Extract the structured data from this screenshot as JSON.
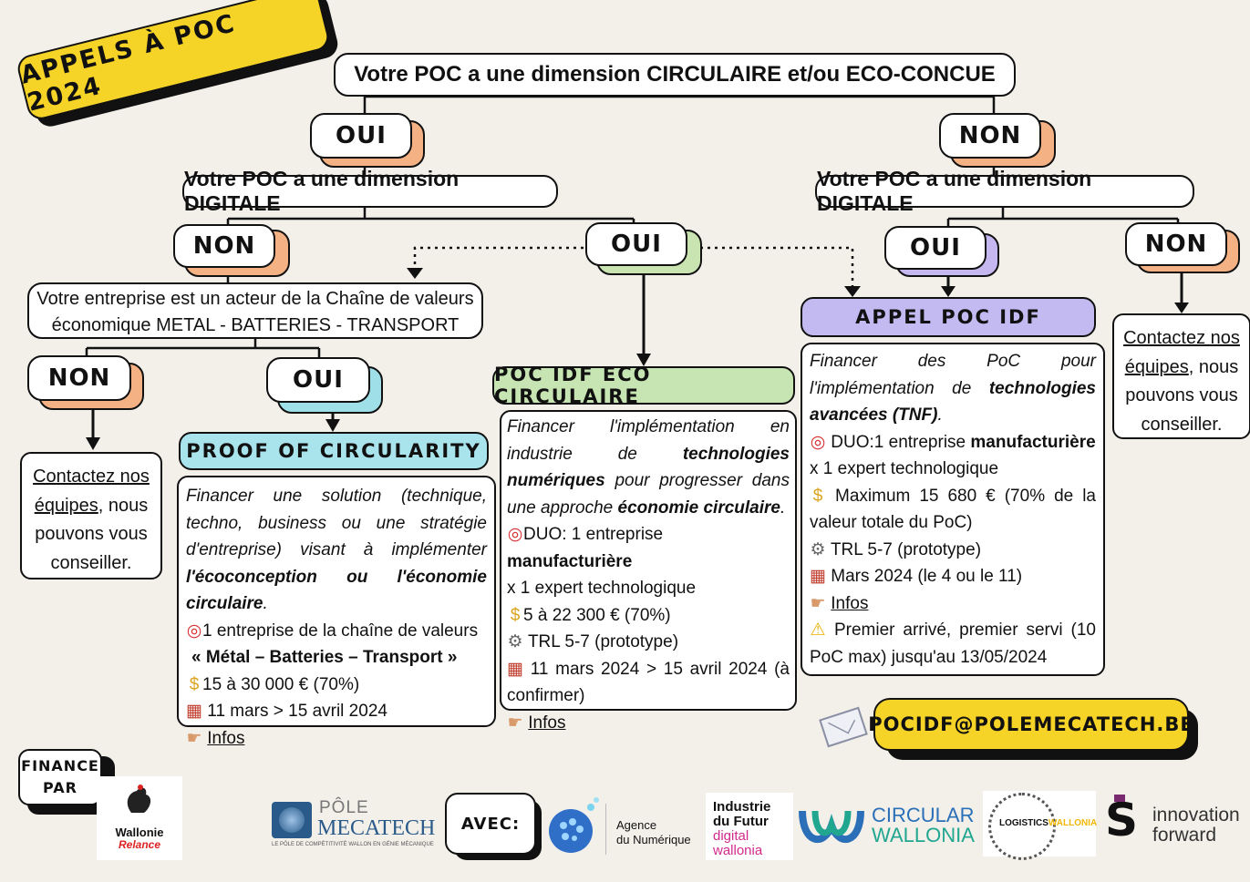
{
  "title_tag": "APPELS À POC 2024",
  "q_top": "Votre POC a une dimension CIRCULAIRE et/ou ECO-CONCUE",
  "oui": "OUI",
  "non": "NON",
  "q_digital": "Votre POC a une dimension DIGITALE",
  "q_chain_line1": "Votre entreprise est un acteur de la Chaîne de valeurs",
  "q_chain_line2": "économique METAL - BATTERIES - TRANSPORT",
  "contact": {
    "link1": "Contactez nos",
    "link2": "équipes",
    "rest2": ", nous",
    "line3": "pouvons vous",
    "line4": "conseiller."
  },
  "proof": {
    "header": "PROOF OF CIRCULARITY",
    "desc_a": "Financer une solution (technique, techno, business ou une stratégie d'entreprise) visant à implémenter ",
    "desc_b": "l'écoconception ou l'économie circulaire",
    "desc_c": ".",
    "target_a": "1 entreprise de la chaîne de valeurs",
    "target_b": "« Métal – Batteries – Transport »",
    "amount": "15 à 30 000 € (70%)",
    "dates": "11 mars > 15 avril 2024",
    "infos": "Infos"
  },
  "eco": {
    "header": "POC IDF ECO CIRCULAIRE",
    "desc_a": "Financer l'implémentation en industrie de ",
    "desc_b": "technologies numériques",
    "desc_c": " pour progresser dans une approche ",
    "desc_d": "économie circulaire",
    "desc_e": ".",
    "duo_a": "DUO: 1 entreprise ",
    "duo_b": "manufacturière",
    "duo_c": "x 1 expert technologique",
    "amount": "5 à 22 300 € (70%)",
    "trl": "TRL 5-7 (prototype)",
    "dates": "11 mars 2024 > 15 avril 2024 (à confirmer)",
    "infos": "Infos"
  },
  "idf": {
    "header": "APPEL POC IDF",
    "desc_a": "Financer des PoC pour l'implémentation de ",
    "desc_b": "technologies avancées (TNF)",
    "desc_c": ".",
    "duo_a": "DUO:1 entreprise ",
    "duo_b": "manufacturière",
    "duo_c": "x 1 expert technologique",
    "amount": "Maximum 15 680 € (70% de la valeur totale du PoC)",
    "trl": "TRL 5-7 (prototype)",
    "dates": "Mars 2024 (le 4 ou le 11)",
    "infos": "Infos",
    "warning": "Premier arrivé, premier servi (10 PoC max) jusqu'au 13/05/2024"
  },
  "email": "POCIDF@POLEMECATECH.BE",
  "finance_par_1": "FINANCE",
  "finance_par_2": "PAR",
  "avec": "AVEC:",
  "logos": {
    "wallonie_1": "Wallonie",
    "wallonie_2": "Relance",
    "pole": "PÔLE",
    "mecatech": "MECATECH",
    "mecatech_sub": "LE PÔLE DE COMPÉTITIVITÉ WALLON EN GÉNIE MÉCANIQUE",
    "agence_1": "Agence",
    "agence_2": "du Numérique",
    "idf_1": "Industrie",
    "idf_2": "du Futur",
    "idf_3": "digital",
    "idf_4": "wallonia",
    "circular_1": "CIRCULAR",
    "circular_2": "WALLONIA",
    "logistics_1": "LOGISTICS",
    "logistics_2": "WALLONIA",
    "sirris_1": "innovation",
    "sirris_2": "forward"
  },
  "colors": {
    "yellow": "#f5d327",
    "orange": "#f4b183",
    "purple": "#c5b8f0",
    "green": "#c9e4b0",
    "cyan": "#9fdfe8",
    "teal_header": "#a9e3ec",
    "green_header": "#c7e5b3",
    "purple_header": "#c4baf2"
  }
}
